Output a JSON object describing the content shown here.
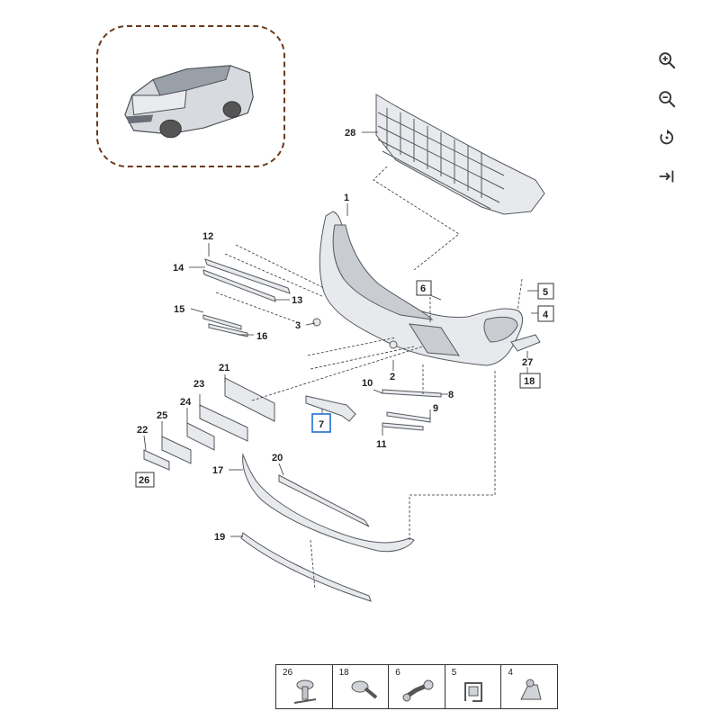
{
  "toolbar": {
    "buttons": [
      {
        "name": "zoom-in-button",
        "icon": "zoom-in-icon"
      },
      {
        "name": "zoom-out-button",
        "icon": "zoom-out-icon"
      },
      {
        "name": "reset-view-button",
        "icon": "reset-rotate-icon"
      },
      {
        "name": "collapse-panel-button",
        "icon": "arrow-right-to-line-icon"
      }
    ]
  },
  "vehicle_thumbnail": {
    "icon": "suv-vehicle-icon"
  },
  "callouts": {
    "c1": "1",
    "c2": "2",
    "c3": "3",
    "c4": "4",
    "c5": "5",
    "c6": "6",
    "c7": "7",
    "c8": "8",
    "c9": "9",
    "c10": "10",
    "c11": "11",
    "c12": "12",
    "c13": "13",
    "c14": "14",
    "c15": "15",
    "c16": "16",
    "c17": "17",
    "c18": "18",
    "c19": "19",
    "c20": "20",
    "c21": "21",
    "c22": "22",
    "c23": "23",
    "c24": "24",
    "c25": "25",
    "c26": "26",
    "c27": "27",
    "c28": "28"
  },
  "legend": {
    "items": [
      {
        "number": "26",
        "icon": "expanding-rivet-icon"
      },
      {
        "number": "18",
        "icon": "screw-icon"
      },
      {
        "number": "6",
        "icon": "push-pin-clip-icon"
      },
      {
        "number": "5",
        "icon": "spring-clip-icon"
      },
      {
        "number": "4",
        "icon": "clip-nut-icon"
      }
    ]
  }
}
